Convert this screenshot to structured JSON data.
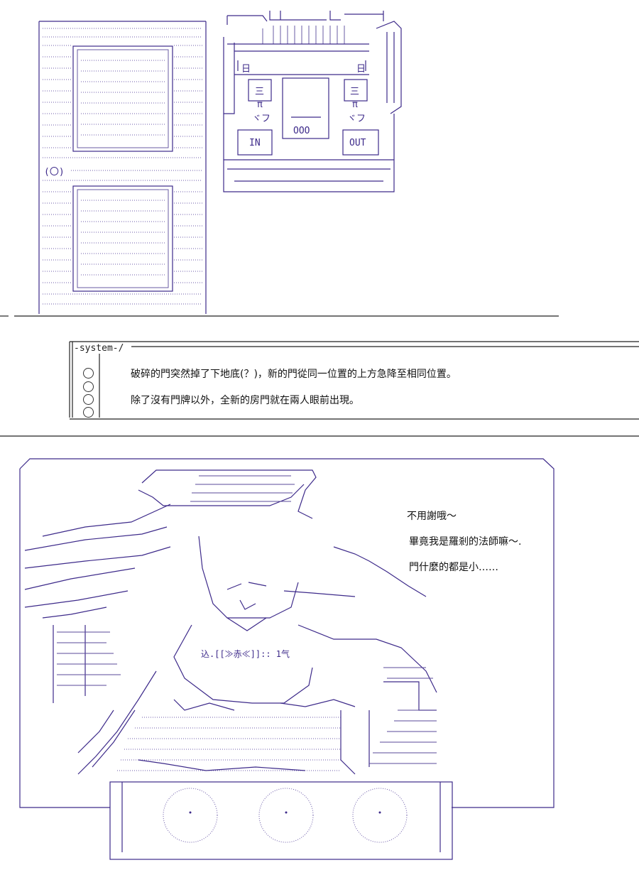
{
  "panel1": {
    "door_marker": "(〇)",
    "device": {
      "display_left": "日",
      "display_right": "日",
      "left_button_symbol": "三",
      "left_button_pi": "π",
      "left_button_kana": "ヾフ",
      "right_button_symbol": "三",
      "right_button_pi": "π",
      "right_button_kana": "ヾフ",
      "center_label": "OOO",
      "in_label": "IN",
      "out_label": "OUT"
    }
  },
  "system_box": {
    "header": "system",
    "lines": [
      "破碎的門突然掉了下地底(？)，新的門從同一位置的上方急降至相同位置。",
      "除了沒有門牌以外，全新的房門就在兩人眼前出現。"
    ]
  },
  "panel2": {
    "speech": [
      "不用謝哦～",
      "畢竟我是羅剎的法師嘛～.",
      "門什麼的都是小……"
    ],
    "badge_text": "込.[[≫赤≪]]:: 1气"
  }
}
